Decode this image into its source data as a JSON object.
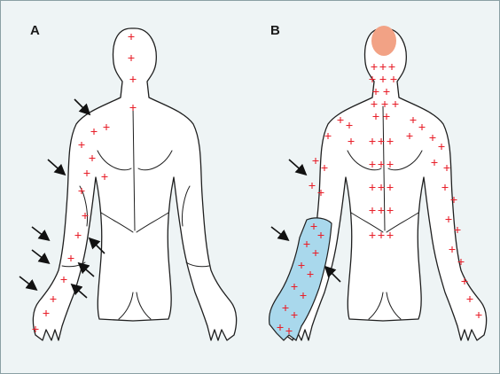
{
  "panels": [
    {
      "id": "A",
      "label": "A"
    },
    {
      "id": "B",
      "label": "B"
    }
  ],
  "colors": {
    "background": "#eef4f5",
    "tender_point_marker": "#e8202a",
    "referred_pain_area": "#a9d8ec",
    "headache_area": "#f2a285"
  },
  "icons": {
    "tender_point": "plus-marker",
    "pressure_point": "arrow-icon"
  }
}
